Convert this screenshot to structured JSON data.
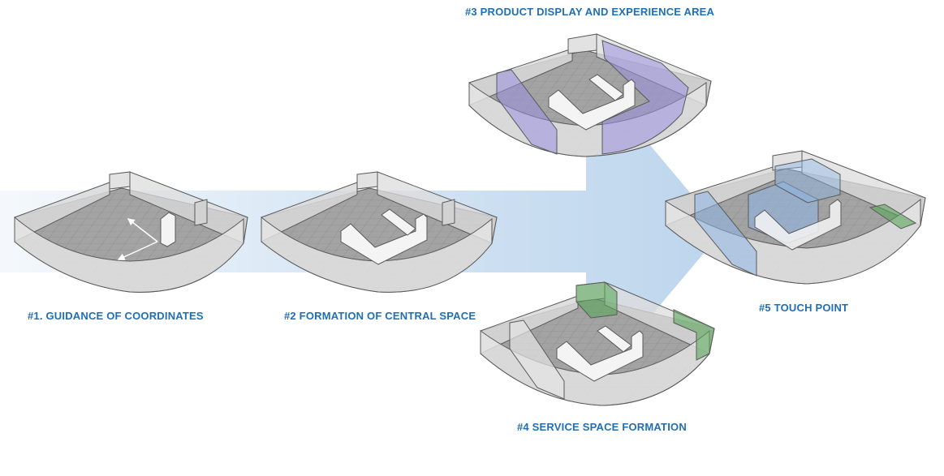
{
  "steps": {
    "step1": {
      "label": "#1. GUIDANCE OF COORDINATES"
    },
    "step2": {
      "label": "#2 FORMATION OF CENTRAL SPACE"
    },
    "step3": {
      "label": "#3 PRODUCT DISPLAY AND EXPERIENCE AREA"
    },
    "step4": {
      "label": "#4 SERVICE SPACE FORMATION"
    },
    "step5": {
      "label": "#5 TOUCH POINT"
    }
  },
  "colors": {
    "label": "#1f6fb5",
    "flow": "#b9d3ec",
    "floor": "#a3a3a3",
    "grid": "#8c8c8c",
    "wall": "#d9d9d9",
    "wall_edge": "#5a5a5a",
    "block": "#f4f4f4",
    "display_zone": "#9b8fe0",
    "service_zone": "#5aa65a",
    "touch_zone": "#8fb6e6"
  }
}
